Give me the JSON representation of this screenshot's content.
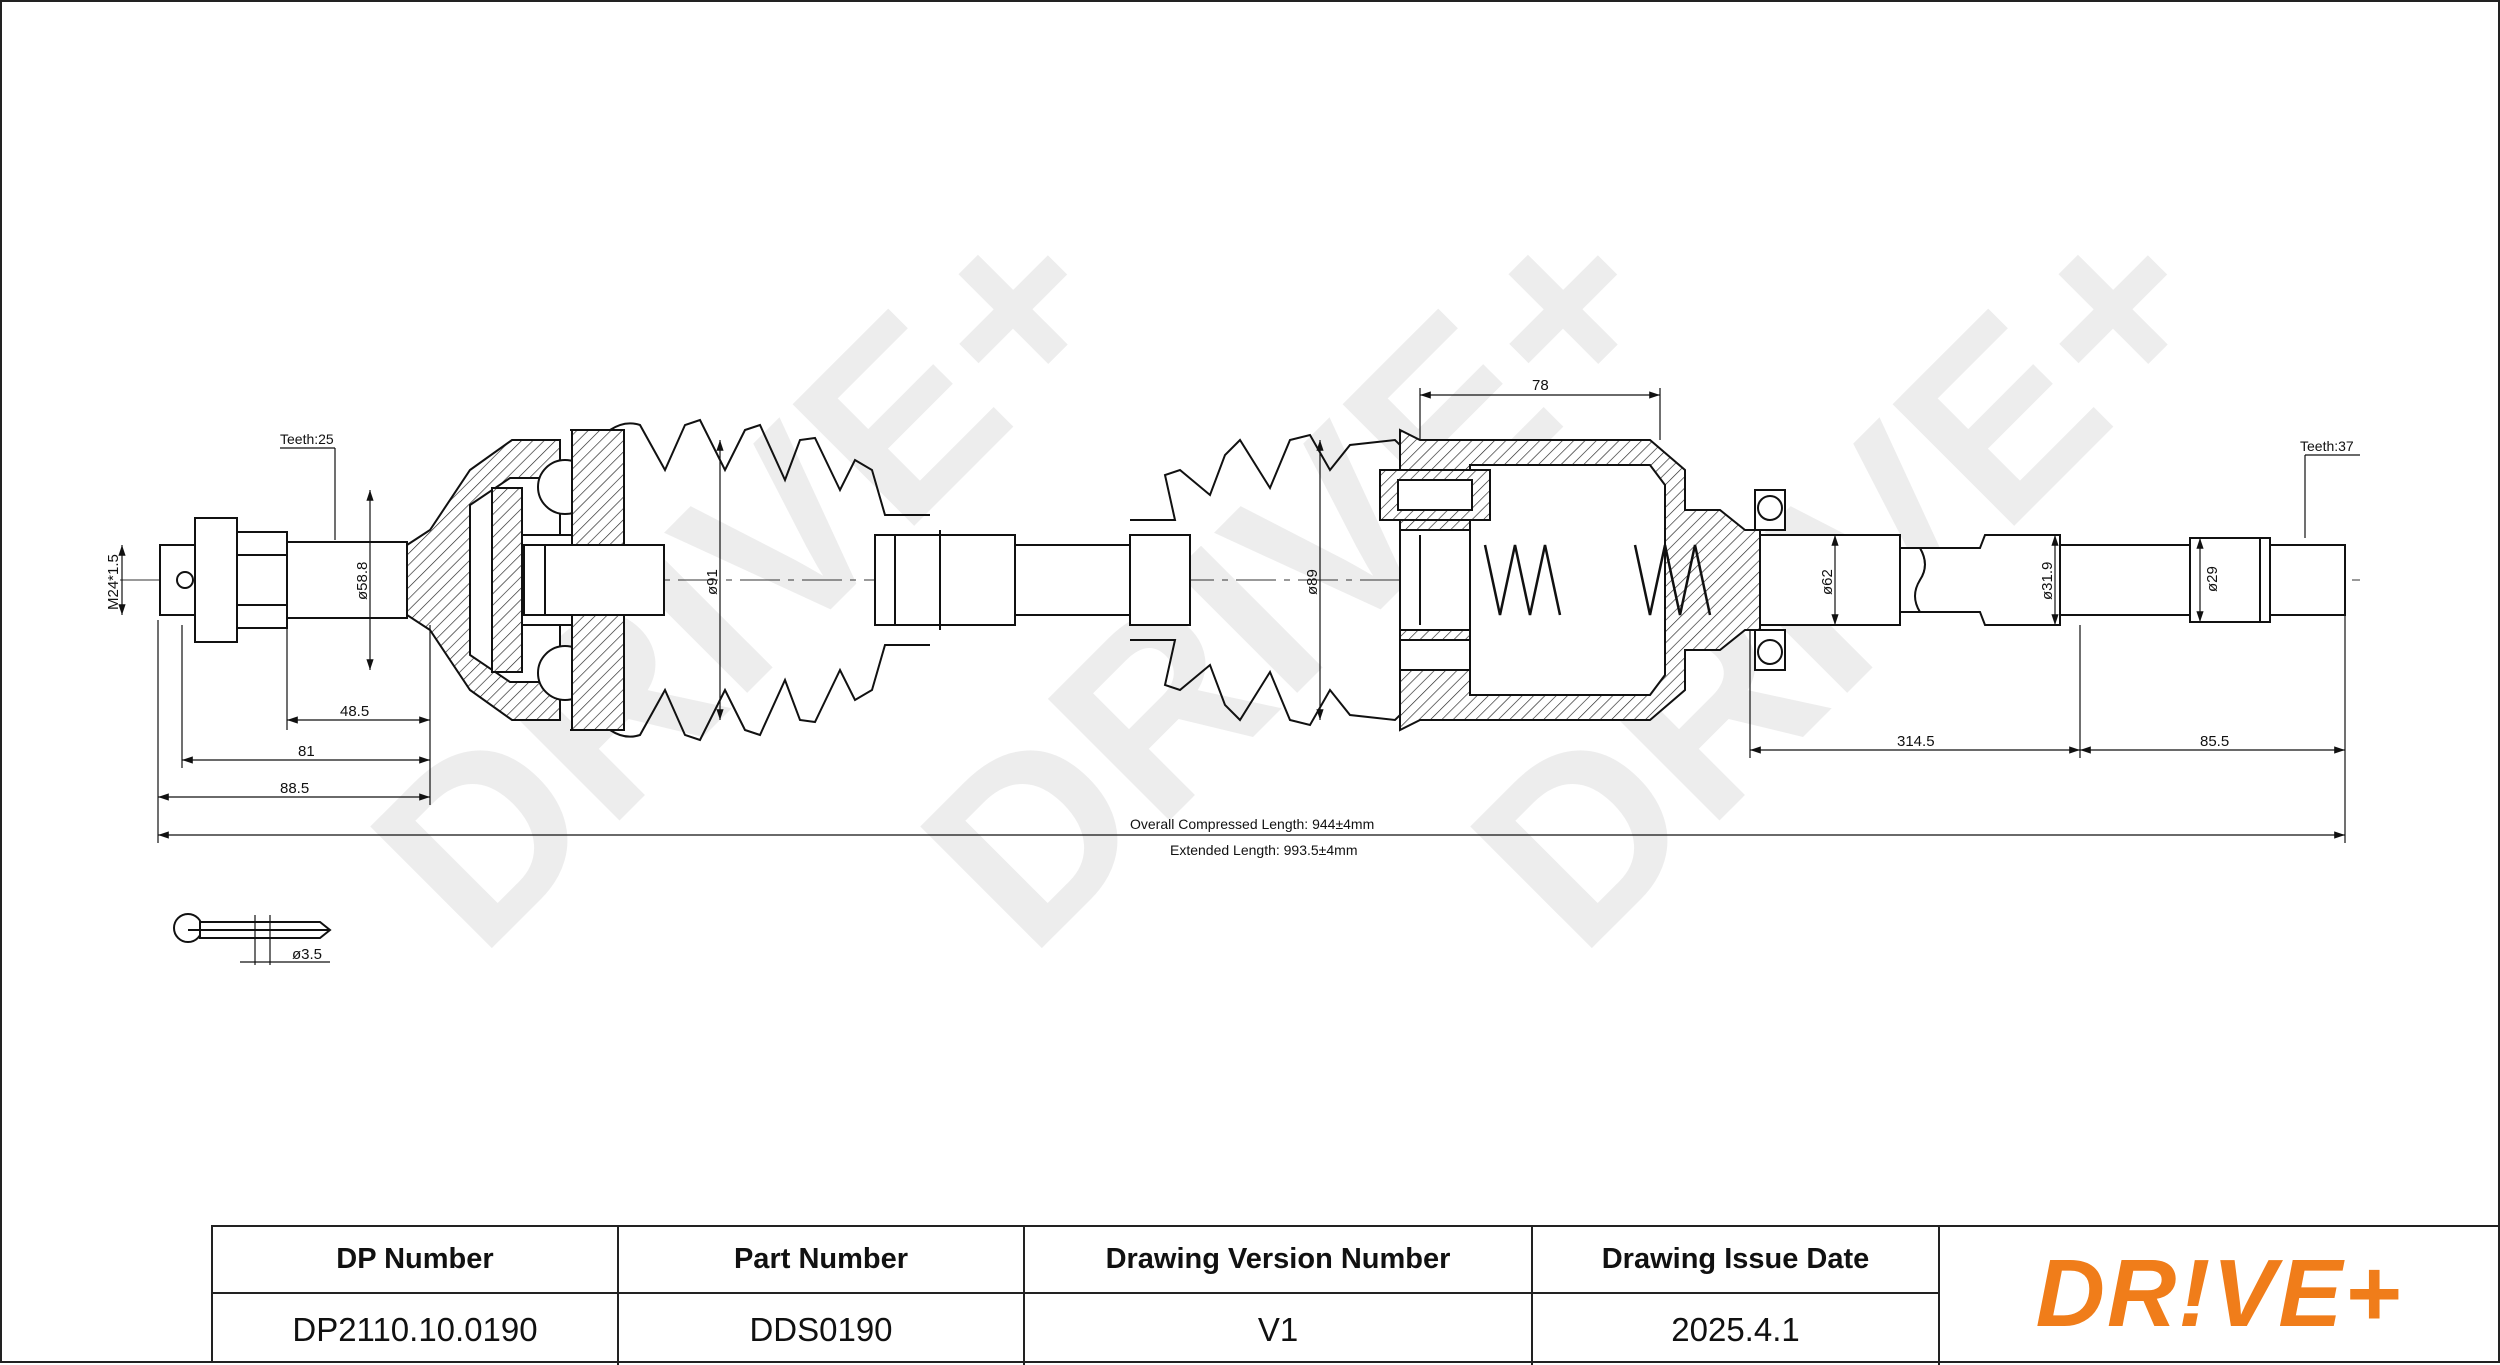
{
  "watermark": {
    "text": "DRIVE+"
  },
  "dimensions": {
    "thread": "M24*1.5",
    "teeth_left": "Teeth:25",
    "teeth_right": "Teeth:37",
    "dia_58_8": "ø58.8",
    "dia_91": "ø91",
    "dia_89": "ø89",
    "dia_62": "ø62",
    "dia_31_9": "ø31.9",
    "dia_29": "ø29",
    "len_48_5": "48.5",
    "len_81": "81",
    "len_88_5": "88.5",
    "len_78": "78",
    "len_314_5": "314.5",
    "len_85_5": "85.5",
    "pin_dia": "ø3.5",
    "overall_compressed": "Overall  Compressed  Length: 944±4mm",
    "extended": "Extended  Length: 993.5±4mm"
  },
  "title_block": {
    "headers": [
      "DP Number",
      "Part Number",
      "Drawing Version Number",
      "Drawing Issue Date"
    ],
    "values": [
      "DP2110.10.0190",
      "DDS0190",
      "V1",
      "2025.4.1"
    ],
    "logo": "DR!VE+"
  },
  "colors": {
    "brand_orange": "#f07d1a",
    "line": "#111111",
    "watermark": "#ececec"
  }
}
